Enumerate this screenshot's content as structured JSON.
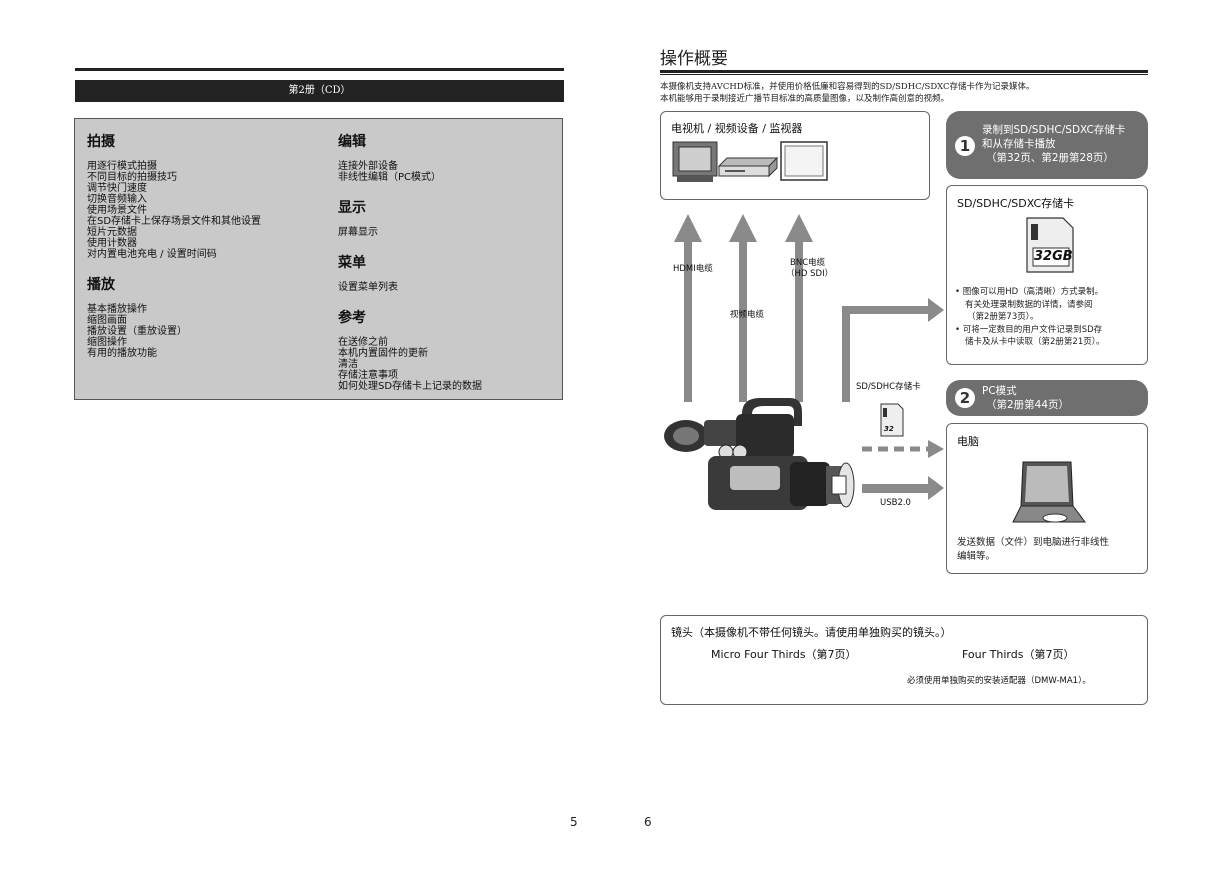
{
  "left": {
    "volume_label": "第2册（CD）",
    "sections_left": [
      {
        "title": "拍摄",
        "items": [
          "用逐行模式拍摄",
          "不同目标的拍摄技巧",
          "调节快门速度",
          "切换音频输入",
          "使用场景文件",
          "在SD存储卡上保存场景文件和其他设置",
          "短片元数据",
          "使用计数器",
          "对内置电池充电 / 设置时间码"
        ]
      },
      {
        "title": "播放",
        "items": [
          "基本播放操作",
          "缩图画面",
          "播放设置（重放设置）",
          "缩图操作",
          "有用的播放功能"
        ]
      }
    ],
    "sections_right": [
      {
        "title": "编辑",
        "items": [
          "连接外部设备",
          "非线性编辑（PC模式）"
        ]
      },
      {
        "title": "显示",
        "items": [
          "屏幕显示"
        ]
      },
      {
        "title": "菜单",
        "items": [
          "设置菜单列表"
        ]
      },
      {
        "title": "参考",
        "items": [
          "在送修之前",
          "本机内置固件的更新",
          "清洁",
          "存储注意事项",
          "如何处理SD存储卡上记录的数据"
        ]
      }
    ],
    "page_number": "5"
  },
  "right": {
    "title": "操作概要",
    "intro": [
      "本摄像机支持AVCHD标准，并使用价格低廉和容易得到的SD/SDHC/SDXC存储卡作为记录媒体。",
      "本机能够用于录制接近广播节目标准的高质量图像，以及制作高创意的视频。"
    ],
    "tv_box_title": "电视机 / 视频设备 / 监视器",
    "cable_labels": {
      "hdmi": "HDMI电缆",
      "bnc": "BNC电缆",
      "bnc_sub": "（HD SDI）",
      "video": "视频电缆",
      "sd_card": "SD/SDHC存储卡",
      "usb": "USB2.0"
    },
    "mode1": {
      "number": "1",
      "lines": [
        "录制到SD/SDHC/SDXC存储卡",
        "和从存储卡播放",
        "（第32页、第2册第28页）"
      ]
    },
    "sd_box": {
      "title": "SD/SDHC/SDXC存储卡",
      "card_text": "32GB",
      "notes": [
        "• 图像可以用HD（高清晰）方式录制。",
        "有关处理录制数据的详情，请参阅",
        "（第2册第73页）。",
        "• 可将一定数目的用户文件记录到SD存",
        "储卡及从卡中读取（第2册第21页）。"
      ]
    },
    "mode2": {
      "number": "2",
      "lines": [
        "PC模式",
        "（第2册第44页）"
      ]
    },
    "pc_box": {
      "title": "电脑",
      "desc": [
        "发送数据（文件）到电脑进行非线性",
        "编辑等。"
      ]
    },
    "lens_box": {
      "title": "镜头（本摄像机不带任何镜头。请使用单独购买的镜头。）",
      "mft": "Micro Four Thirds（第7页）",
      "ft": "Four Thirds（第7页）",
      "adapter": "必须使用单独购买的安装适配器（DMW-MA1）。"
    },
    "page_number": "6"
  },
  "colors": {
    "pill": "#6f6f6f",
    "toc_bg": "#c9c9c9",
    "arrow": "#8a8a8a",
    "dark": "#222222"
  }
}
